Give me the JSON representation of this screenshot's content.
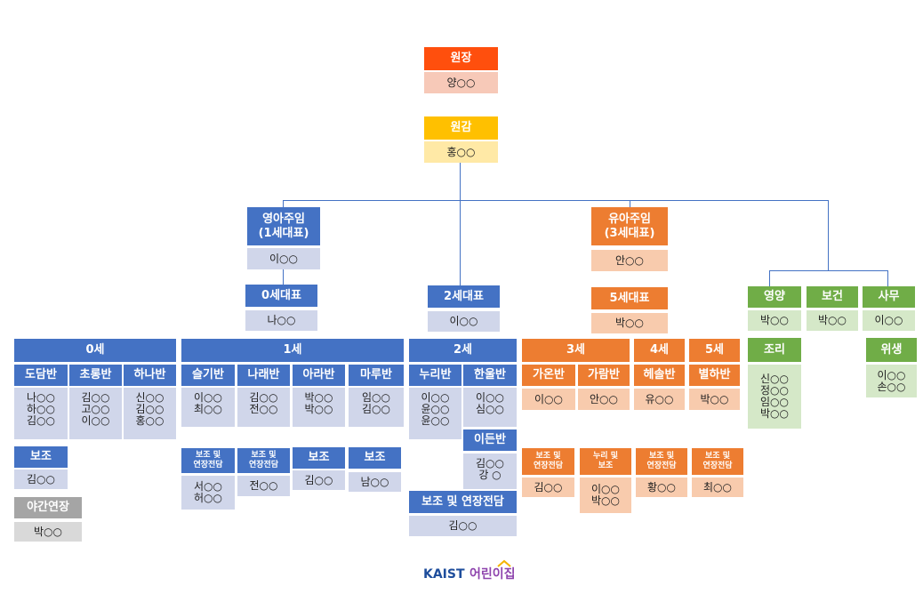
{
  "director": {
    "title": "원장",
    "name": "양○○"
  },
  "vice_director": {
    "title": "원감",
    "name": "홍○○"
  },
  "infant_head": {
    "title": "영아주임\n(1세대표)",
    "name": "이○○"
  },
  "toddler_head": {
    "title": "유아주임\n(3세대표)",
    "name": "안○○"
  },
  "rep0": {
    "title": "0세대표",
    "name": "나○○"
  },
  "rep2": {
    "title": "2세대표",
    "name": "이○○"
  },
  "rep5": {
    "title": "5세대표",
    "name": "박○○"
  },
  "staff": {
    "nutrition": {
      "title": "영양",
      "name": "박○○"
    },
    "health": {
      "title": "보건",
      "name": "박○○"
    },
    "office": {
      "title": "사무",
      "name": "이○○"
    },
    "cooking": {
      "title": "조리",
      "names": "신○○\n정○○\n임○○\n박○○"
    },
    "hygiene": {
      "title": "위생",
      "names": "이○○\n손○○"
    }
  },
  "ages": {
    "age0": "0세",
    "age1": "1세",
    "age2": "2세",
    "age3": "3세",
    "age4": "4세",
    "age5": "5세"
  },
  "classes": {
    "dodam": {
      "title": "도담반",
      "names": "나○○\n하○○\n김○○"
    },
    "chorong": {
      "title": "초롱반",
      "names": "김○○\n고○○\n이○○"
    },
    "hana": {
      "title": "하나반",
      "names": "신○○\n김○○\n홍○○"
    },
    "seulgi": {
      "title": "슬기반",
      "names": "이○○\n최○○"
    },
    "narae": {
      "title": "나래반",
      "names": "김○○\n전○○"
    },
    "ara": {
      "title": "아라반",
      "names": "박○○\n박○○"
    },
    "maru": {
      "title": "마루반",
      "names": "임○○\n김○○"
    },
    "nuri": {
      "title": "누리반",
      "names": "이○○\n윤○○\n윤○○"
    },
    "hanul": {
      "title": "한울반",
      "names": "이○○\n심○○"
    },
    "ideun": {
      "title": "이든반",
      "names": "김○○\n강  ○"
    },
    "gaon": {
      "title": "가온반",
      "names": "이○○"
    },
    "garam": {
      "title": "가람반",
      "names": "안○○"
    },
    "hesol": {
      "title": "헤솔반",
      "names": "유○○"
    },
    "byeolhana": {
      "title": "별하반",
      "names": "박○○"
    }
  },
  "assistants": {
    "a0": {
      "title": "보조",
      "name": "김○○"
    },
    "night": {
      "title": "야간연장",
      "name": "박○○"
    },
    "a1_1": {
      "title": "보조 및\n연장전담",
      "names": "서○○\n허○○"
    },
    "a1_2": {
      "title": "보조 및\n연장전담",
      "names": "전○○"
    },
    "a1_3": {
      "title": "보조",
      "name": "김○○"
    },
    "a1_4": {
      "title": "보조",
      "name": "남○○"
    },
    "a2": {
      "title": "보조 및 연장전담",
      "name": "김○○"
    },
    "a3_1": {
      "title": "보조 및\n연장전담",
      "name": "김○○"
    },
    "a3_2": {
      "title": "누리 및\n보조",
      "names": "이○○\n박○○"
    },
    "a4": {
      "title": "보조 및\n연장전담",
      "name": "황○○"
    },
    "a5": {
      "title": "보조 및\n연장전담",
      "name": "최○○"
    }
  },
  "logo": {
    "kaist": "KAIST",
    "kids": "어린이집"
  }
}
